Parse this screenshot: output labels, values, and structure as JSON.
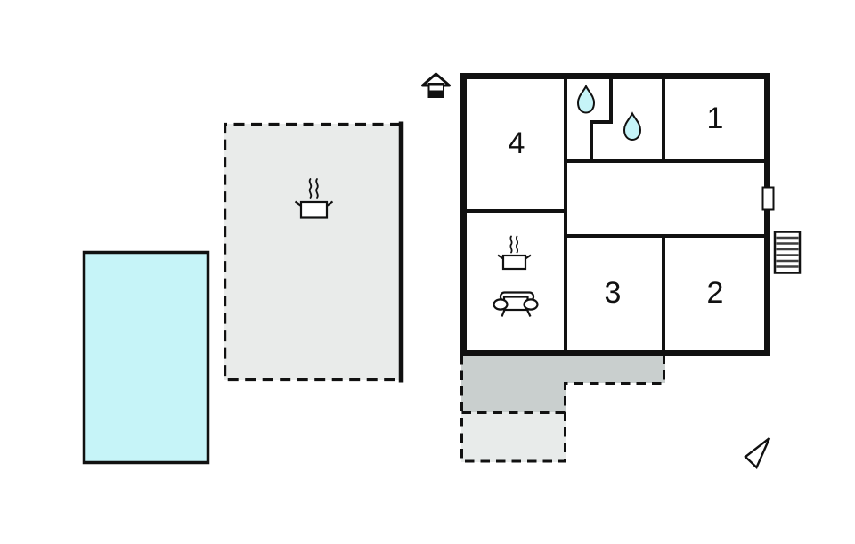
{
  "page": {
    "title": "Holiday home floor plan"
  },
  "floor_plan": {
    "rooms": [
      {
        "name": "room-1",
        "label": "1"
      },
      {
        "name": "room-2",
        "label": "2"
      },
      {
        "name": "room-3",
        "label": "3"
      },
      {
        "name": "room-4",
        "label": "4"
      }
    ],
    "icons": {
      "entrance": "house-icon",
      "bathroom_left": "water-drop-icon",
      "bathroom_right": "water-drop-icon",
      "kitchen": "cooking-pot-icon",
      "living_room": "sofa-icon",
      "terrace_kitchen": "cooking-pot-icon",
      "exterior_stairs": "stairs-icon",
      "compass": "north-arrow-icon"
    },
    "features": {
      "pool": "swimming-pool",
      "terrace": "terrace-with-dashed-border",
      "patio_upper": "patio-dark",
      "patio_lower": "patio-light"
    },
    "colors": {
      "wall": "#111111",
      "water": "#c6f4f8",
      "terrace": "#e9ebea",
      "patio_dark": "#c9cfce",
      "patio_light": "#e8ebea",
      "stair_tread": "#3f3f3f",
      "background": "#ffffff"
    }
  }
}
